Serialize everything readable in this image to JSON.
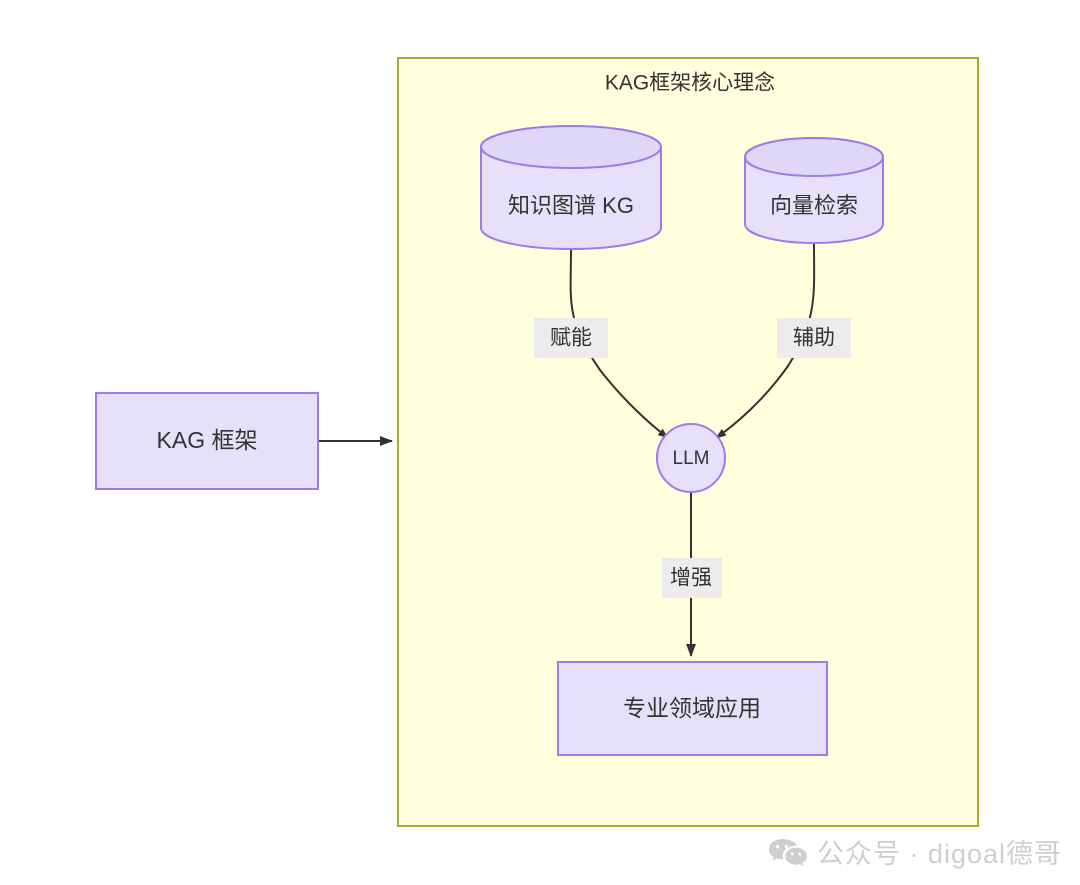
{
  "diagram": {
    "type": "flowchart",
    "subgraph": {
      "title": "KAG框架核心理念",
      "fill_color": "#ffffde",
      "border_color": "#aaaa33"
    },
    "nodes": [
      {
        "id": "kag",
        "label": "KAG 框架",
        "shape": "rectangle",
        "fill_color": "#e6e0fa",
        "border_color": "#9f7aea"
      },
      {
        "id": "kg",
        "label": "知识图谱 KG",
        "shape": "cylinder",
        "fill_color": "#e6e0fa",
        "border_color": "#9f7aea"
      },
      {
        "id": "vector",
        "label": "向量检索",
        "shape": "cylinder",
        "fill_color": "#e6e0fa",
        "border_color": "#9f7aea"
      },
      {
        "id": "llm",
        "label": "LLM",
        "shape": "circle",
        "fill_color": "#e6e0fa",
        "border_color": "#9f7aea"
      },
      {
        "id": "app",
        "label": "专业领域应用",
        "shape": "rectangle",
        "fill_color": "#e6e0fa",
        "border_color": "#9f7aea"
      }
    ],
    "edges": [
      {
        "id": "e-kag-sub",
        "from": "kag",
        "to": "subgraph",
        "label": ""
      },
      {
        "id": "e-kg-llm",
        "from": "kg",
        "to": "llm",
        "label": "赋能"
      },
      {
        "id": "e-vector-llm",
        "from": "vector",
        "to": "llm",
        "label": "辅助"
      },
      {
        "id": "e-llm-app",
        "from": "llm",
        "to": "app",
        "label": "增强"
      }
    ]
  },
  "watermark": {
    "icon": "wechat-icon",
    "text": "公众号 · digoal德哥",
    "color": "#cfcfcf"
  }
}
